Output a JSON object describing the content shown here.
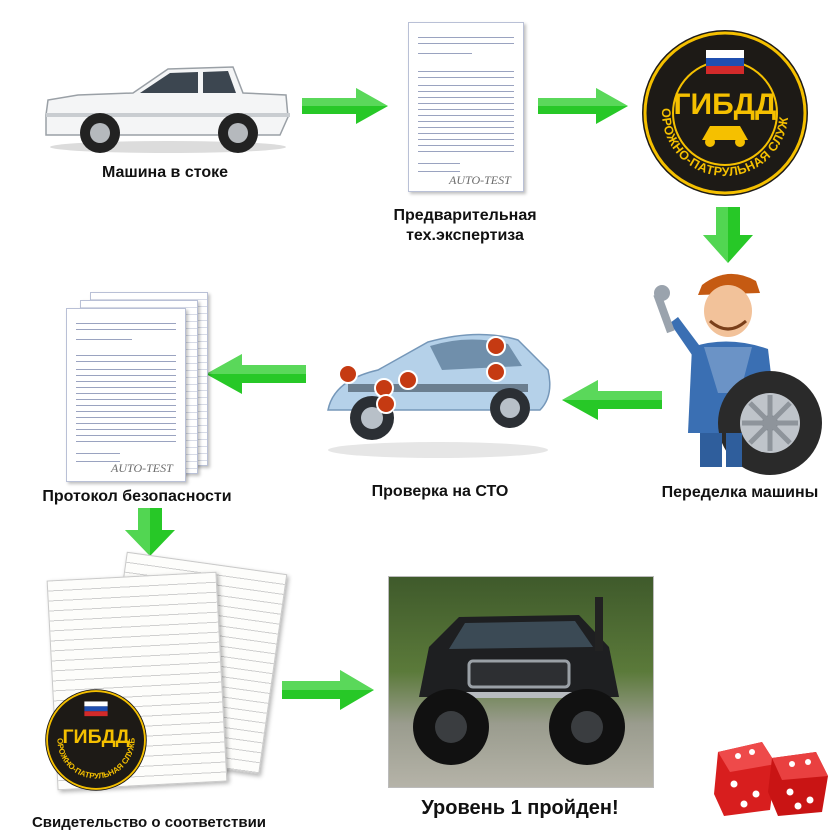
{
  "steps": {
    "stock_car": "Машина в стоке",
    "pre_exam_line1": "Предварительная",
    "pre_exam_line2": "тех.экспертиза",
    "modification": "Переделка машины",
    "service_check": "Проверка на СТО",
    "safety_protocol": "Протокол безопасности",
    "certificate": "Свидетельство о соответствии",
    "level_passed": "Уровень 1 пройден!"
  },
  "badge": {
    "title": "ГИБДД",
    "ring_text": "ДОРОЖНО-ПАТРУЛЬНАЯ СЛУЖБА"
  },
  "docs": {
    "watermark": "AUTO-TEST"
  },
  "colors": {
    "arrow": "#27c827",
    "badge_bg": "#2a241e",
    "badge_gold": "#f5c000",
    "dice": "#d81e1e"
  }
}
